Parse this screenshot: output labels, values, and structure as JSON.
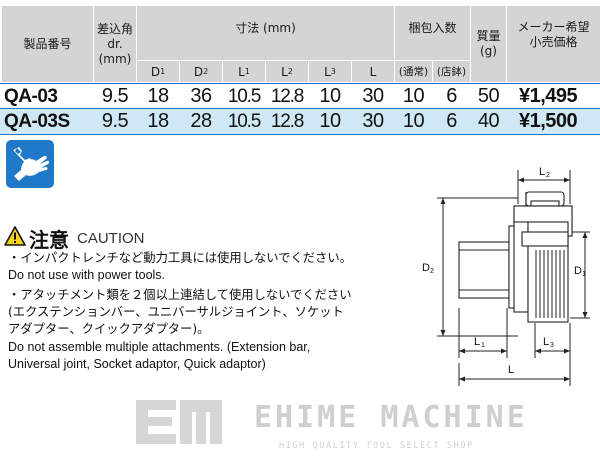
{
  "table": {
    "headers": {
      "product_no": "製品番号",
      "drive_line1": "差込角",
      "drive_line2": "dr.",
      "drive_line3": "(mm)",
      "dimensions": "寸法 (mm)",
      "packing": "梱包入数",
      "mass_line1": "質量",
      "mass_line2": "(g)",
      "price_line1": "メーカー希望",
      "price_line2": "小売価格"
    },
    "sub_headers": {
      "d1": "D",
      "d1_sub": "1",
      "d2": "D",
      "d2_sub": "2",
      "l1": "L",
      "l1_sub": "1",
      "l2": "L",
      "l2_sub": "2",
      "l3": "L",
      "l3_sub": "3",
      "l": "L",
      "pack_normal": "(通常)",
      "pack_store": "(店鉢)"
    },
    "rows": [
      {
        "model": "QA-03",
        "drive": "9.5",
        "d1": "18",
        "d2": "36",
        "l1": "10.5",
        "l2": "12.8",
        "l3": "10",
        "l": "30",
        "pack_normal": "10",
        "pack_store": "6",
        "mass": "50",
        "price": "¥1,495"
      },
      {
        "model": "QA-03S",
        "drive": "9.5",
        "d1": "18",
        "d2": "28",
        "l1": "10.5",
        "l2": "12.8",
        "l3": "10",
        "l": "30",
        "pack_normal": "10",
        "pack_store": "6",
        "mass": "40",
        "price": "¥1,500"
      }
    ]
  },
  "caution": {
    "title": "注意",
    "title_en": "CAUTION",
    "lines": [
      "・インパクトレンチなど動力工具には使用しないでください。",
      "  Do not use with power tools.",
      "・アタッチメント類を２個以上連結して使用しないでください",
      "  (エクステンションバー、ユニバーサルジョイント、ソケット",
      "  アダプター、クイックアダプター)。",
      "  Do not assemble multiple attachments. (Extension bar,",
      "  Universal joint, Socket adaptor, Quick adaptor)"
    ]
  },
  "diagram": {
    "label_l2": "L2",
    "label_d2": "D2",
    "label_d1": "D1",
    "label_l1": "L1",
    "label_l3": "L3",
    "label_l": "L"
  },
  "watermark": {
    "title": "EHIME MACHINE",
    "subtitle": "HIGH QUALITY TOOL SELECT SHOP"
  },
  "icons": {
    "tool": "hand-wrench-icon",
    "warning": "warning-triangle-icon",
    "logo": "em-logo-icon"
  },
  "colors": {
    "header_bg": "#d4d4d4",
    "row_highlight": "#cfe8f6",
    "rule": "#2c6fb7",
    "icon_blue": "#1f78c8",
    "watermark": "#cfcfcf"
  }
}
